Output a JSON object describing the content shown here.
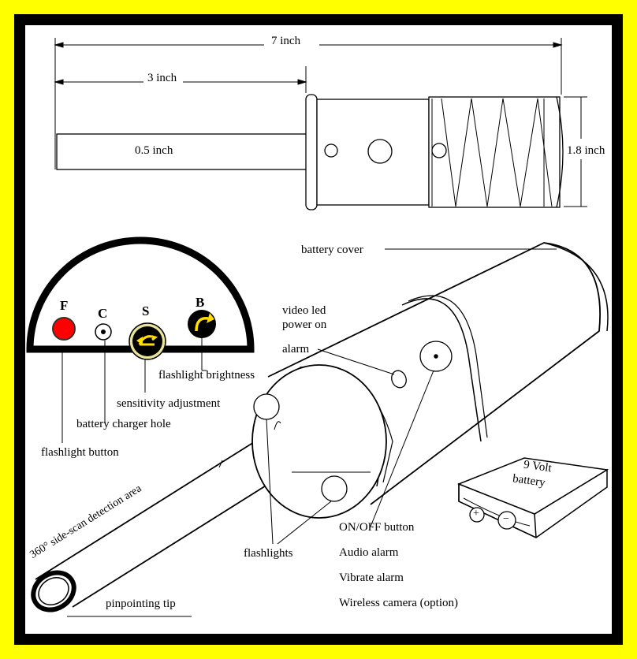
{
  "dimensions": {
    "overall_length": "7 inch",
    "shaft_length": "3 inch",
    "shaft_diameter": "0.5 inch",
    "body_diameter": "1.8 inch"
  },
  "control_panel": {
    "buttons": [
      {
        "letter": "F",
        "color": "#ff0000"
      },
      {
        "letter": "C",
        "color": "#ffffff"
      },
      {
        "letter": "S",
        "color": "#000000"
      },
      {
        "letter": "B",
        "color": "#000000"
      }
    ],
    "labels": {
      "flashlight_brightness": "flashlight brightness",
      "sensitivity_adjustment": "sensitivity adjustment",
      "battery_charger_hole": "battery charger hole",
      "flashlight_button": "flashlight button"
    }
  },
  "device_labels": {
    "battery_cover": "battery cover",
    "video_led_line1": "video led",
    "video_led_line2": "power on",
    "alarm": "alarm",
    "detection_area": "360°  side-scan detection area",
    "flashlights": "flashlights",
    "pinpointing_tip": "pinpointing tip",
    "on_off_button": "ON/OFF button",
    "audio_alarm": "Audio alarm",
    "vibrate_alarm": "Vibrate alarm",
    "wireless_camera": "Wireless camera (option)"
  },
  "battery": {
    "line1": "9 Volt",
    "line2": "battery",
    "plus": "+",
    "minus": "−"
  },
  "colors": {
    "border_outer": "#ffff00",
    "border_inner": "#000000",
    "flashlight_button": "#ff0000",
    "arrow_icon": "#ffdd00"
  }
}
